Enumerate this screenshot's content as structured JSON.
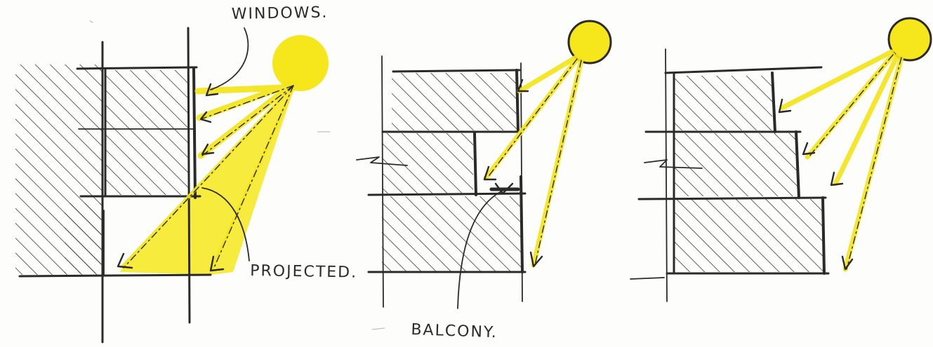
{
  "annotations": {
    "windows": "WINDOWS.",
    "projected": "PROJECTED.",
    "balcony": "BALCONY."
  },
  "colors": {
    "sun": "#f6e71c",
    "ray": "#f4e51a",
    "ink": "#2a2a2a",
    "paper": "#fdfdfb"
  },
  "panels": [
    {
      "name": "windows-section"
    },
    {
      "name": "balcony-section"
    },
    {
      "name": "stepped-section"
    }
  ]
}
